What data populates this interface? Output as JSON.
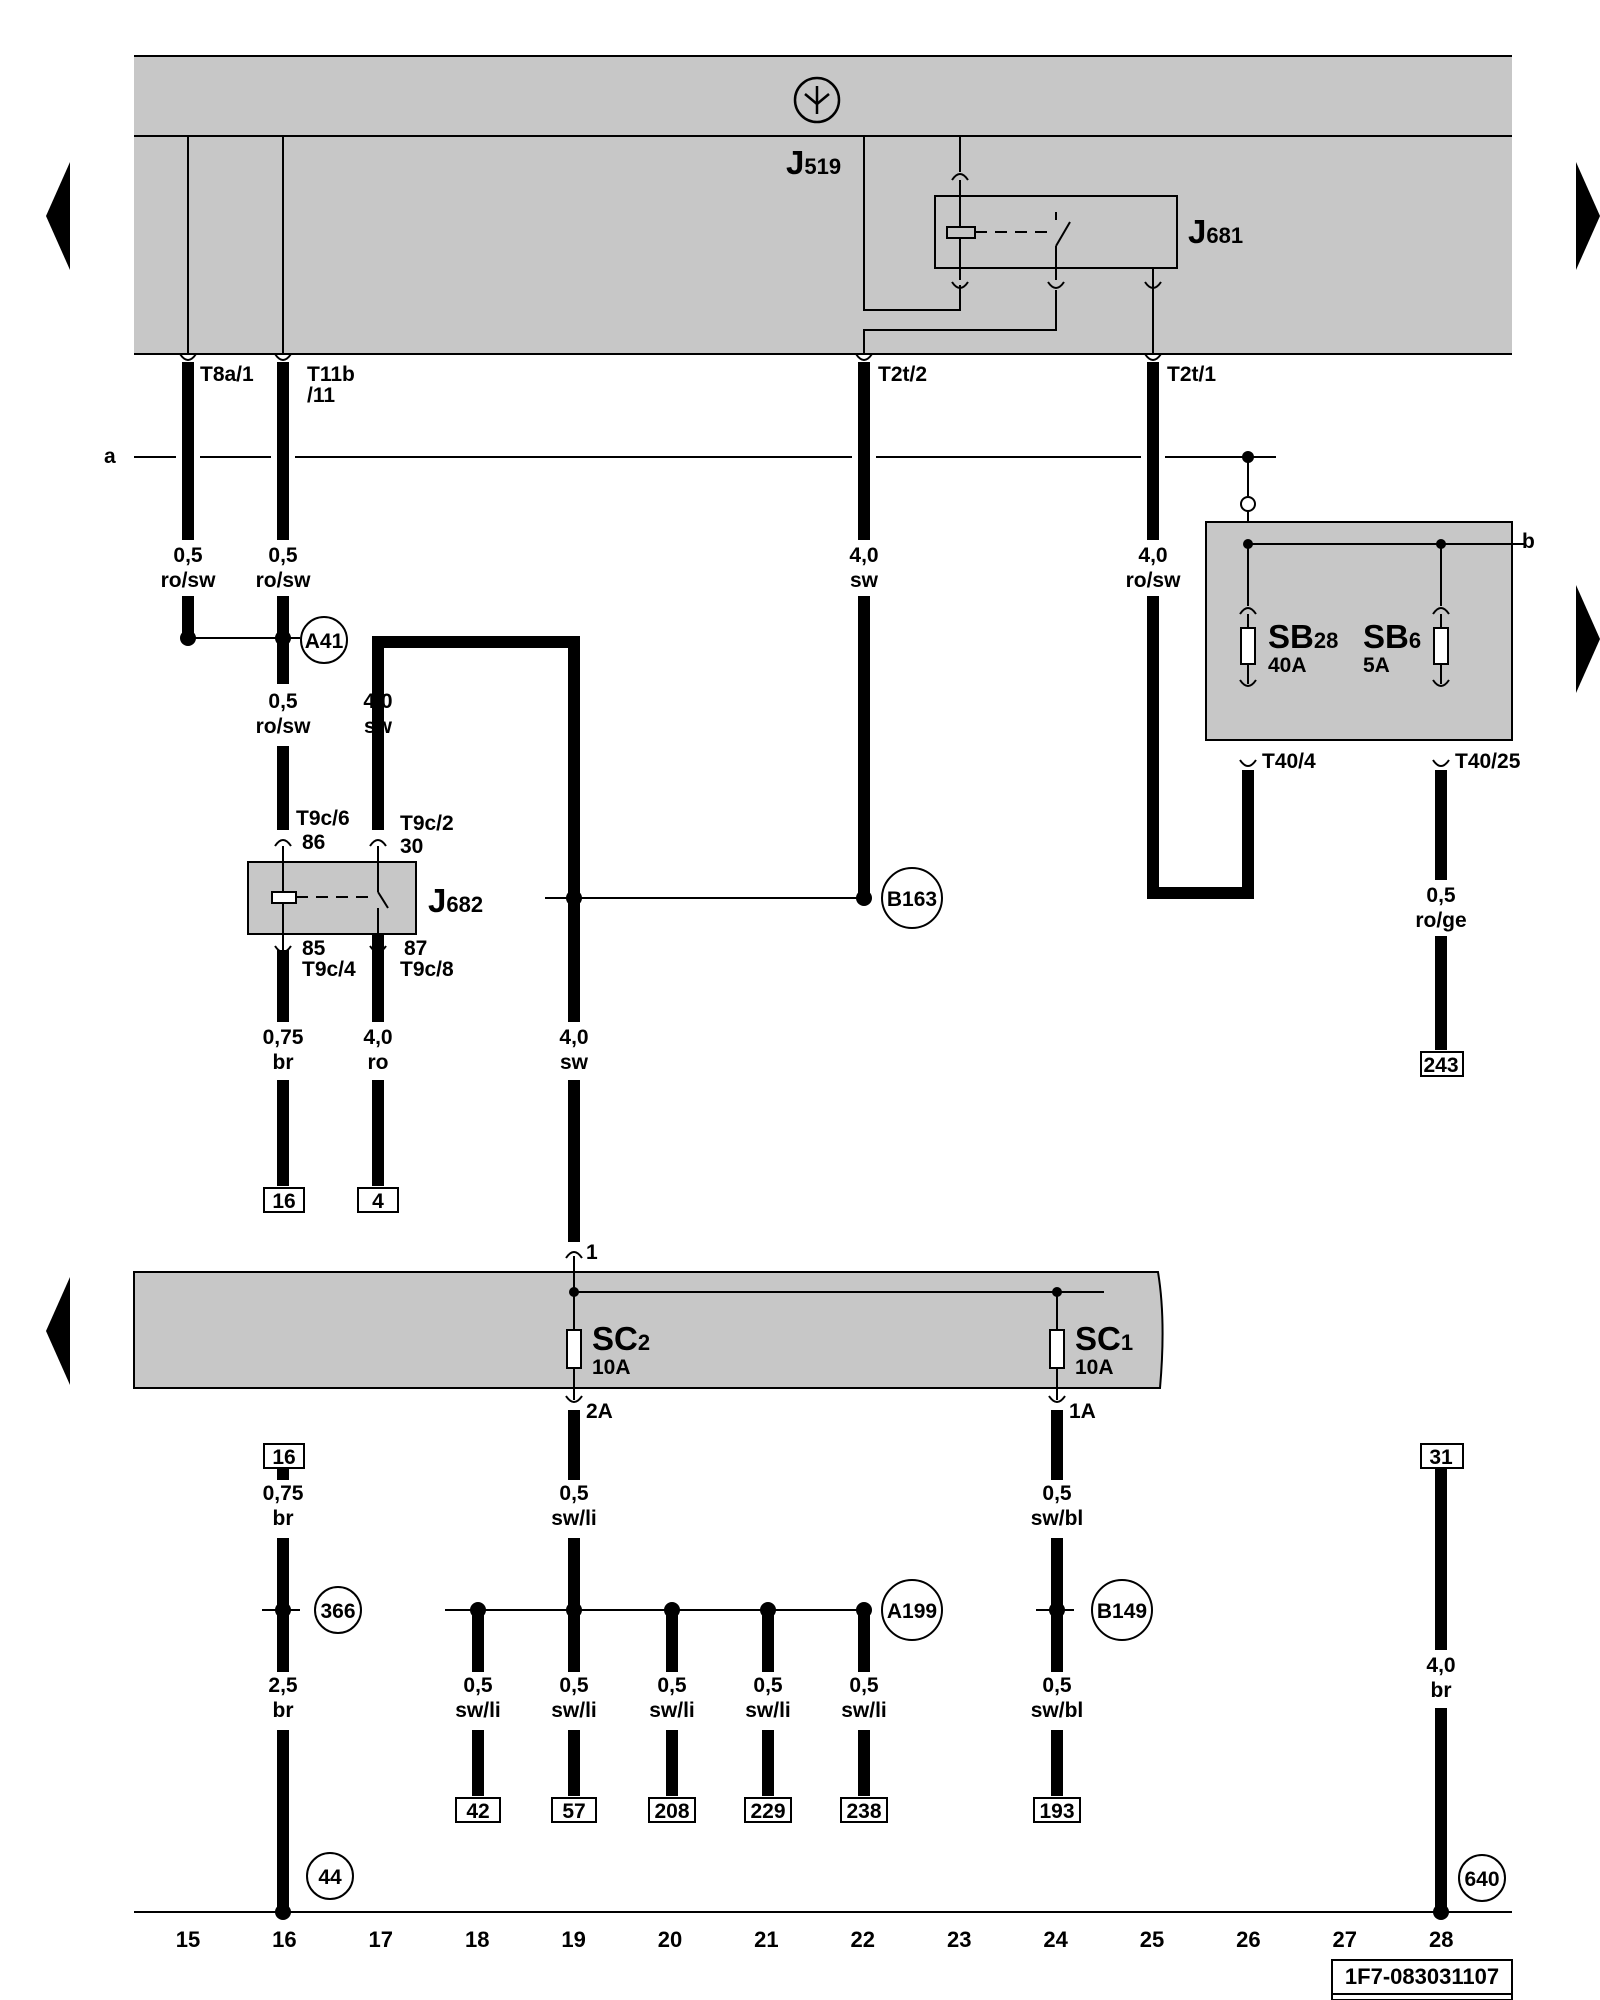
{
  "colors": {
    "panel_fill": "#c7c7c7",
    "wire": "#000000",
    "background": "#ffffff"
  },
  "nav": {
    "left_arrow_top": "nav-arrow-left",
    "left_arrow_bottom": "nav-arrow-left",
    "right_arrow_top": "nav-arrow-right",
    "right_arrow_mid": "nav-arrow-right"
  },
  "top_panel": {
    "symbol": "onboard-network-icon",
    "unit_main": "J",
    "unit_sub": "519"
  },
  "relay_j681": {
    "main": "J",
    "sub": "681"
  },
  "relay_j682": {
    "main": "J",
    "sub": "682"
  },
  "connectors": {
    "t8a_1": "T8a/1",
    "t11b_a": "T11b",
    "t11b_b": "/11",
    "t2t_2": "T2t/2",
    "t2t_1": "T2t/1",
    "t40_4": "T40/4",
    "t40_25": "T40/25",
    "t9c_6": "T9c/6",
    "p86": "86",
    "t9c_2": "T9c/2",
    "p30": "30",
    "p85": "85",
    "t9c_4": "T9c/4",
    "p87": "87",
    "t9c_8": "T9c/8",
    "pin_1": "1",
    "pin_2a": "2A",
    "pin_1a": "1A"
  },
  "line_labels": {
    "a": "a",
    "b": "b"
  },
  "fuses": {
    "sb28": {
      "main": "SB",
      "sub": "28",
      "amps": "40A"
    },
    "sb6": {
      "main": "SB",
      "sub": "6",
      "amps": "5A"
    },
    "sc2": {
      "main": "SC",
      "sub": "2",
      "amps": "10A"
    },
    "sc1": {
      "main": "SC",
      "sub": "1",
      "amps": "10A"
    }
  },
  "wires": {
    "w15_top": {
      "size": "0,5",
      "color": "ro/sw"
    },
    "w16_top": {
      "size": "0,5",
      "color": "ro/sw"
    },
    "w22_top": {
      "size": "4,0",
      "color": "sw"
    },
    "w25_top": {
      "size": "4,0",
      "color": "ro/sw"
    },
    "w16_mid": {
      "size": "0,5",
      "color": "ro/sw"
    },
    "w17_mid": {
      "size": "4,0",
      "color": "sw"
    },
    "w28_mid": {
      "size": "0,5",
      "color": "ro/ge"
    },
    "w16_low": {
      "size": "0,75",
      "color": "br"
    },
    "w17_low": {
      "size": "4,0",
      "color": "ro"
    },
    "w19_low": {
      "size": "4,0",
      "color": "sw"
    },
    "w16_b1": {
      "size": "0,75",
      "color": "br"
    },
    "w19_b1": {
      "size": "0,5",
      "color": "sw/li"
    },
    "w24_b1": {
      "size": "0,5",
      "color": "sw/bl"
    },
    "w16_b2": {
      "size": "2,5",
      "color": "br"
    },
    "w18_b2": {
      "size": "0,5",
      "color": "sw/li"
    },
    "w19_b2": {
      "size": "0,5",
      "color": "sw/li"
    },
    "w20_b2": {
      "size": "0,5",
      "color": "sw/li"
    },
    "w21_b2": {
      "size": "0,5",
      "color": "sw/li"
    },
    "w22_b2": {
      "size": "0,5",
      "color": "sw/li"
    },
    "w24_b2": {
      "size": "0,5",
      "color": "sw/bl"
    },
    "w28_b2": {
      "size": "4,0",
      "color": "br"
    }
  },
  "circles": {
    "a41": "A41",
    "b163": "B163",
    "c366": "366",
    "a199": "A199",
    "b149": "B149",
    "c44": "44",
    "c640": "640"
  },
  "boxes": {
    "b16a": "16",
    "b4": "4",
    "b243": "243",
    "b16b": "16",
    "b31": "31",
    "b42": "42",
    "b57": "57",
    "b208": "208",
    "b229": "229",
    "b238": "238",
    "b193": "193"
  },
  "track_numbers": [
    "15",
    "16",
    "17",
    "18",
    "19",
    "20",
    "21",
    "22",
    "23",
    "24",
    "25",
    "26",
    "27",
    "28"
  ],
  "reference": "1F7-083031107"
}
